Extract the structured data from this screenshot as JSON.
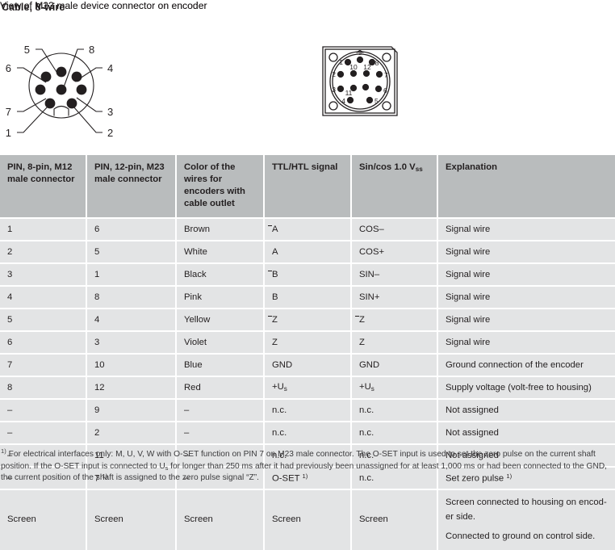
{
  "section": {
    "title": "Cable, 8-wire"
  },
  "diagrams": {
    "m12": {
      "caption": "View of M12 male device connector on encoder",
      "pin_labels": [
        "5",
        "8",
        "6",
        "4",
        "7",
        "3",
        "1",
        "2"
      ]
    },
    "m23": {
      "caption": "View of M23 male device connector on encoder",
      "pin_labels": [
        "9",
        "1",
        "8",
        "10",
        "12",
        "2",
        "7",
        "3",
        "11",
        "6",
        "4",
        "5"
      ]
    }
  },
  "table": {
    "headers": [
      "PIN, 8-pin, M12 male connector",
      "PIN, 12-pin, M23 male connector",
      "Color of the wires for encoders with cable outlet",
      "TTL/HTL signal",
      "Sin/cos 1.0 Vss",
      "Explanation"
    ],
    "rows": [
      {
        "m12": "1",
        "m23": "6",
        "color": "Brown",
        "ttl": "A",
        "ttl_overline": true,
        "sincos": "COS–",
        "sincos_overline": false,
        "explanation": "Signal wire"
      },
      {
        "m12": "2",
        "m23": "5",
        "color": "White",
        "ttl": "A",
        "ttl_overline": false,
        "sincos": "COS+",
        "sincos_overline": false,
        "explanation": "Signal wire"
      },
      {
        "m12": "3",
        "m23": "1",
        "color": "Black",
        "ttl": "B",
        "ttl_overline": true,
        "sincos": "SIN–",
        "sincos_overline": false,
        "explanation": "Signal wire"
      },
      {
        "m12": "4",
        "m23": "8",
        "color": "Pink",
        "ttl": "B",
        "ttl_overline": false,
        "sincos": "SIN+",
        "sincos_overline": false,
        "explanation": "Signal wire"
      },
      {
        "m12": "5",
        "m23": "4",
        "color": "Yellow",
        "ttl": "Z",
        "ttl_overline": true,
        "sincos": "Z",
        "sincos_overline": true,
        "explanation": "Signal wire"
      },
      {
        "m12": "6",
        "m23": "3",
        "color": "Violet",
        "ttl": "Z",
        "ttl_overline": false,
        "sincos": "Z",
        "sincos_overline": false,
        "explanation": "Signal wire"
      },
      {
        "m12": "7",
        "m23": "10",
        "color": "Blue",
        "ttl": "GND",
        "ttl_overline": false,
        "sincos": "GND",
        "sincos_overline": false,
        "explanation": "Ground connection of the encoder"
      },
      {
        "m12": "8",
        "m23": "12",
        "color": "Red",
        "ttl": "+Us",
        "ttl_sub": "s",
        "ttl_overline": false,
        "sincos": "+Us",
        "sincos_sub": "s",
        "sincos_overline": false,
        "explanation": "Supply voltage (volt-free to housing)"
      },
      {
        "m12": "–",
        "m23": "9",
        "color": "–",
        "ttl": "n.c.",
        "ttl_overline": false,
        "sincos": "n.c.",
        "sincos_overline": false,
        "explanation": "Not assigned"
      },
      {
        "m12": "–",
        "m23": "2",
        "color": "–",
        "ttl": "n.c.",
        "ttl_overline": false,
        "sincos": "n.c.",
        "sincos_overline": false,
        "explanation": "Not assigned"
      },
      {
        "m12": "–",
        "m23": "11",
        "color": "–",
        "ttl": "n.c.",
        "ttl_overline": false,
        "sincos": "n.c.",
        "sincos_overline": false,
        "explanation": "Not assigned"
      },
      {
        "m12": "–",
        "m23": "7",
        "m23_note": "1)",
        "color": "–",
        "ttl": "O-SET",
        "ttl_note": "1)",
        "ttl_overline": false,
        "sincos": "n.c.",
        "sincos_overline": false,
        "explanation": "Set zero pulse",
        "explanation_note": "1)"
      }
    ],
    "screen_row": {
      "m12": "Screen",
      "m23": "Screen",
      "color": "Screen",
      "ttl": "Screen",
      "sincos": "Screen",
      "explanation_line1": "Screen connected to housing on encod-er side.",
      "explanation_line2": "Connected to ground on control side."
    }
  },
  "footnote": {
    "mark": "1)",
    "text": "For electrical interfaces only: M, U, V, W with O-SET function on PIN 7 on M23 male connector. The O-SET input is used to set the zero pulse on the current shaft position. If the O-SET input is connected to Us for longer than 250 ms after it had previously been unassigned for at least 1,000 ms or had been connected to the GND, the current position of the shaft is assigned to the zero pulse signal “Z”."
  },
  "colors": {
    "header_bg": "#b9bcbd",
    "row_bg": "#e3e4e5",
    "text": "#231f20",
    "page_bg": "#ffffff"
  }
}
